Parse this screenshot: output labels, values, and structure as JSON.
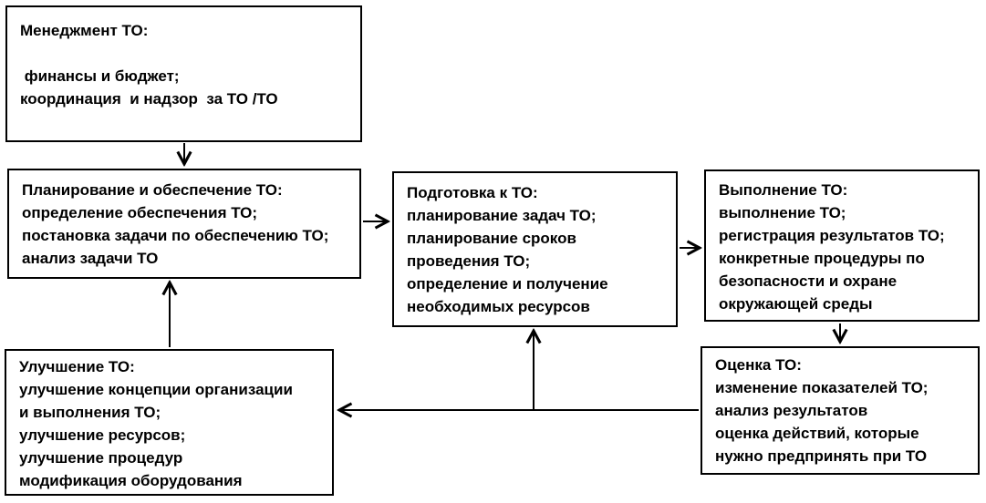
{
  "diagram": {
    "language": "ru",
    "colors": {
      "border": "#000000",
      "background": "#ffffff",
      "text": "#000000"
    },
    "nodes": [
      {
        "id": "management",
        "title": "Менеджмент ТО:",
        "lines": [
          " финансы и бюджет;",
          "координация  и надзор  за ТО /ТО"
        ]
      },
      {
        "id": "planning",
        "title": "Планирование и обеспечение ТО:",
        "lines": [
          "определение обеспечения ТО;",
          "постановка задачи по обеспечению ТО;",
          "анализ задачи ТО"
        ]
      },
      {
        "id": "preparation",
        "title": "Подготовка к ТО:",
        "lines": [
          "планирование задач ТО;",
          "планирование сроков",
          "проведения ТО;",
          "определение и получение",
          "необходимых ресурсов"
        ]
      },
      {
        "id": "execution",
        "title": "Выполнение ТО:",
        "lines": [
          "выполнение ТО;",
          "регистрация результатов ТО;",
          "конкретные процедуры по",
          "безопасности и охране",
          "окружающей среды"
        ]
      },
      {
        "id": "assessment",
        "title": "Оценка ТО:",
        "lines": [
          "изменение показателей ТО;",
          "анализ результатов",
          "оценка действий, которые",
          "нужно предпринять при ТО"
        ]
      },
      {
        "id": "improvement",
        "title": "Улучшение ТО:",
        "lines": [
          "улучшение концепции организации",
          "и выполнения ТО;",
          "улучшение ресурсов;",
          "улучшение процедур",
          "модификация оборудования"
        ]
      }
    ],
    "edges": [
      {
        "from": "management",
        "to": "planning"
      },
      {
        "from": "planning",
        "to": "preparation"
      },
      {
        "from": "preparation",
        "to": "execution"
      },
      {
        "from": "execution",
        "to": "assessment"
      },
      {
        "from": "assessment",
        "to": "improvement"
      },
      {
        "from": "assessment",
        "to": "preparation"
      },
      {
        "from": "improvement",
        "to": "planning"
      }
    ]
  }
}
